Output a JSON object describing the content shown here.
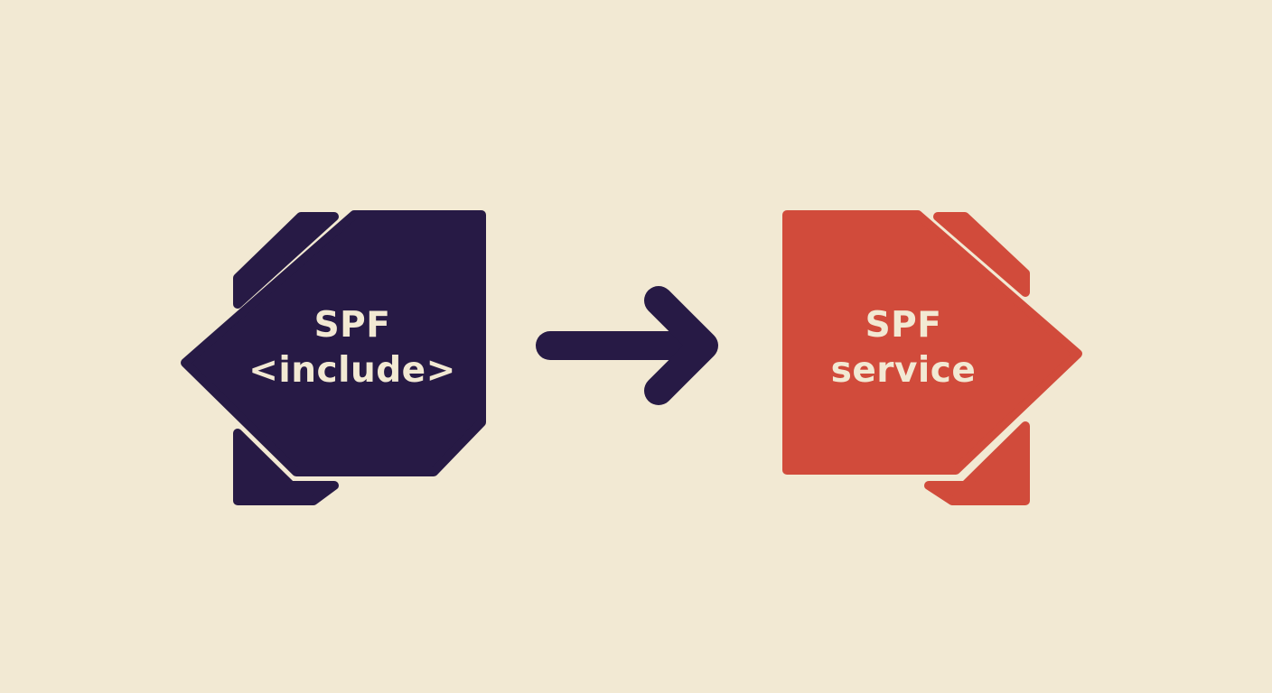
{
  "colors": {
    "background": "#f2e9d3",
    "left_node": "#271a45",
    "right_node": "#d14b3b",
    "arrow": "#271a45",
    "text": "#f2e9d3"
  },
  "nodes": [
    {
      "id": "left",
      "line1": "SPF",
      "line2": "<include>",
      "shape": "left-pointing-pentagon",
      "color": "#271a45"
    },
    {
      "id": "right",
      "line1": "SPF",
      "line2": "service",
      "shape": "right-pointing-pentagon",
      "color": "#d14b3b"
    }
  ],
  "connector": {
    "from": "left",
    "to": "right",
    "icon": "arrow-right-icon"
  }
}
